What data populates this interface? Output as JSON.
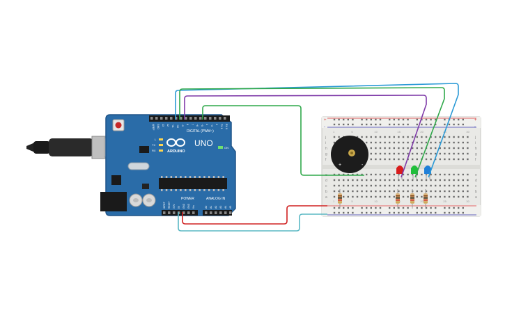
{
  "board": {
    "brand": "ARDUINO",
    "model": "UNO",
    "digital_label": "DIGITAL (PWM~)",
    "power_label": "POWER",
    "analog_label": "ANALOG IN",
    "on_label": "ON",
    "l_label": "L",
    "tx_label": "TX",
    "rx_label": "RX",
    "pin_labels_top": [
      "AREF",
      "GND",
      "13",
      "12",
      "~11",
      "~10",
      "~9",
      "8",
      "7",
      "~6",
      "~5",
      "4",
      "~3",
      "2",
      "TX 1",
      "RX 0"
    ],
    "pin_labels_power": [
      "IOREF",
      "RESET",
      "3.3V",
      "5V",
      "GND",
      "GND",
      "Vin"
    ],
    "pin_labels_analog": [
      "A0",
      "A1",
      "A2",
      "A3",
      "A4",
      "A5"
    ]
  },
  "breadboard": {
    "row_letters": [
      "j",
      "i",
      "h",
      "g",
      "f",
      "e",
      "d",
      "c",
      "b",
      "a"
    ],
    "column_numbers": [
      "1",
      "5",
      "10",
      "15",
      "20",
      "25",
      "30"
    ],
    "rail_plus": "+",
    "rail_minus": "-"
  },
  "buzzer": {
    "plus": "+",
    "minus": "-"
  },
  "colors": {
    "board": "#2a6ca8",
    "board_dark": "#1f5488",
    "wire_blue": "#2b9ad6",
    "wire_green": "#2fa84a",
    "wire_purple": "#7e3aa8",
    "wire_red": "#d02020",
    "wire_cyan": "#5ab8c4",
    "led_red": "#d81c1c",
    "led_green": "#1fbf3a",
    "led_blue": "#1f7fd8"
  }
}
